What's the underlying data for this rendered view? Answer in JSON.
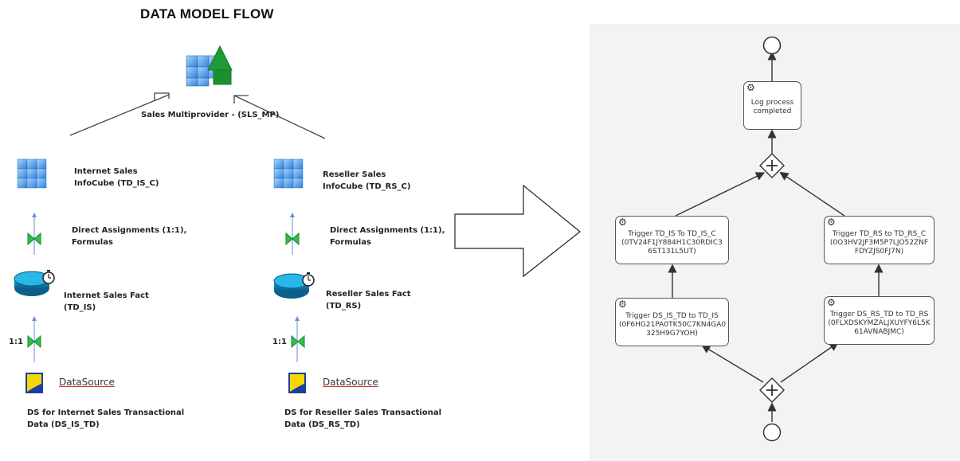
{
  "left": {
    "title": "DATA MODEL FLOW",
    "multiprovider_label": "Sales Multiprovider - (SLS_MP)",
    "internet": {
      "cube_line1": "Internet Sales",
      "cube_line2": "InfoCube (TD_IS_C)",
      "transform_line1": "Direct Assignments (1:1),",
      "transform_line2": "Formulas",
      "fact_line1": "Internet Sales Fact",
      "fact_line2": "(TD_IS)",
      "ratio": "1:1",
      "datasource": "DataSource",
      "ds_line1": "DS for Internet Sales Transactional",
      "ds_line2": "Data (DS_IS_TD)"
    },
    "reseller": {
      "cube_line1": "Reseller Sales",
      "cube_line2": "InfoCube (TD_RS_C)",
      "transform_line1": "Direct Assignments (1:1),",
      "transform_line2": "Formulas",
      "fact_line1": "Reseller Sales Fact",
      "fact_line2": "(TD_RS)",
      "ratio": "1:1",
      "datasource": "DataSource",
      "ds_line1": "DS for Reseller Sales Transactional",
      "ds_line2": "Data (DS_RS_TD)"
    }
  },
  "process": {
    "log_task": [
      "Log process",
      "completed"
    ],
    "trigger_is_c": [
      "Trigger TD_IS To TD_IS_C",
      "(0TV24F1JY884H1C30RDIC3",
      "6ST131L5UT)"
    ],
    "trigger_rs_c": [
      "Trigger TD_RS to TD_RS_C",
      "(0O3HV2JF3M5P7LJO52ZNF",
      "FDYZJS0FJ7N)"
    ],
    "trigger_ds_is": [
      "Trigger DS_IS_TD to TD_IS",
      "(0F6HG21PA0TK50C7KN4GA0",
      "325H9G7YOH)"
    ],
    "trigger_ds_rs": [
      "Trigger DS_RS_TD to TD_RS",
      "(0FLXDSKYMZALJXUYFY6L5K",
      "61AVNABJMC)"
    ]
  },
  "colors": {
    "cube_blue": "#3a8fe6",
    "pyramid_green": "#22a83a",
    "transform_green": "#2fbf4a",
    "panel_bg": "#f3f3f3",
    "ds_yellow": "#f5d800",
    "ds_blue": "#1a3fa0"
  },
  "icons": [
    "multiprovider-icon",
    "infocube-icon",
    "transformation-icon",
    "dso-icon",
    "clock-icon",
    "datasource-icon",
    "gear-icon",
    "plus-gateway-icon",
    "block-arrow-icon"
  ]
}
